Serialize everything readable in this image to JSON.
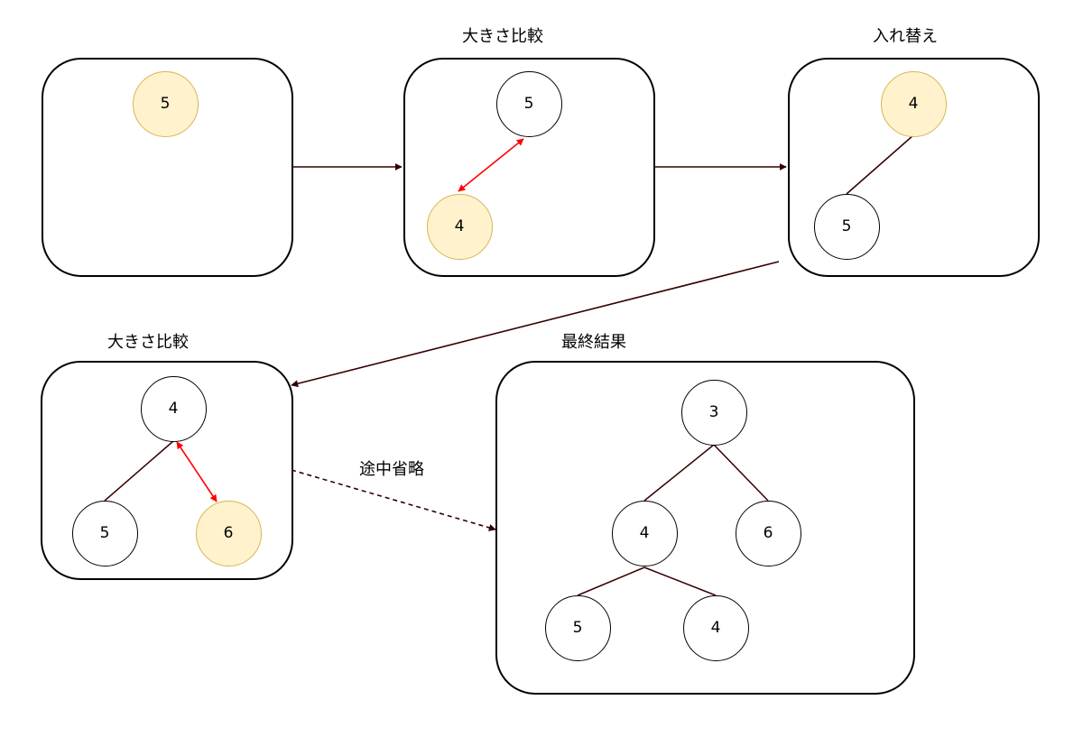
{
  "colors": {
    "flow_arrow": "#330000",
    "tree_edge": "#330000",
    "compare_arrow": "#ff0000",
    "highlight_fill": "#fff2cc",
    "highlight_stroke": "#d6b656"
  },
  "panels": {
    "step1": {
      "title": "",
      "nodes": [
        {
          "value": "5",
          "highlight": true
        }
      ]
    },
    "step2": {
      "title": "大きさ比較",
      "nodes": [
        {
          "value": "5",
          "highlight": false
        },
        {
          "value": "4",
          "highlight": true
        }
      ]
    },
    "step3": {
      "title": "入れ替え",
      "nodes": [
        {
          "value": "4",
          "highlight": true
        },
        {
          "value": "5",
          "highlight": false
        }
      ]
    },
    "step4": {
      "title": "大きさ比較",
      "nodes": [
        {
          "value": "4",
          "highlight": false
        },
        {
          "value": "5",
          "highlight": false
        },
        {
          "value": "6",
          "highlight": true
        }
      ]
    },
    "result": {
      "title": "最終結果",
      "nodes": [
        {
          "value": "3",
          "highlight": false
        },
        {
          "value": "4",
          "highlight": false
        },
        {
          "value": "6",
          "highlight": false
        },
        {
          "value": "5",
          "highlight": false
        },
        {
          "value": "4",
          "highlight": false
        }
      ]
    }
  },
  "connector_label": "途中省略"
}
